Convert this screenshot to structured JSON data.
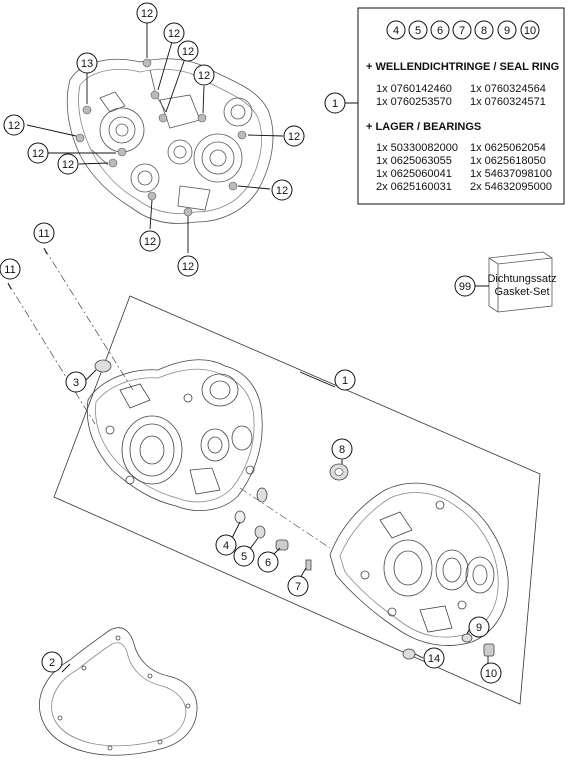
{
  "info_box": {
    "ref_numbers": [
      "4",
      "5",
      "6",
      "7",
      "8",
      "9",
      "10"
    ],
    "seal_heading": "+ WELLENDICHTRINGE / SEAL RING",
    "seal_parts": [
      [
        "1x 0760142460",
        "1x 0760324564"
      ],
      [
        "1x 0760253570",
        "1x 0760324571"
      ]
    ],
    "bearing_heading": "+ LAGER / BEARINGS",
    "bearing_parts": [
      [
        "1x 50330082000",
        "1x 0625062054"
      ],
      [
        "1x 0625063055",
        "1x 0625618050"
      ],
      [
        "1x 0625060041",
        "1x 54637098100"
      ],
      [
        "2x 0625160031",
        "2x 54632095000"
      ]
    ]
  },
  "gasket_set": {
    "line1": "Dichtungssatz",
    "line2": "Gasket-Set",
    "ref": "99"
  },
  "callouts": {
    "c1_box": "1",
    "c1_main": "1",
    "c2": "2",
    "c3": "3",
    "c4": "4",
    "c5": "5",
    "c6": "6",
    "c7": "7",
    "c8": "8",
    "c9": "9",
    "c10": "10",
    "c11a": "11",
    "c11b": "11",
    "c12": "12",
    "c13": "13",
    "c14": "14"
  }
}
